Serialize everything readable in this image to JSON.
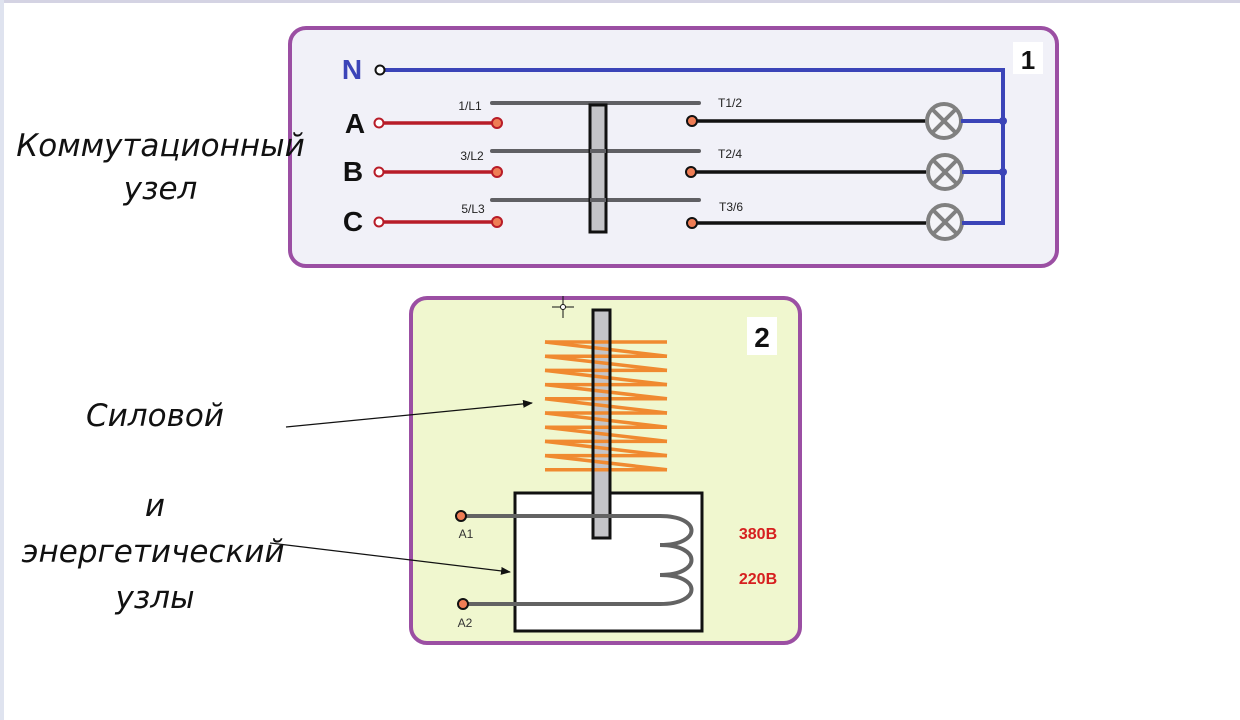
{
  "captions": {
    "switching_line1": "Коммутационный",
    "switching_line2": "узел",
    "power": "Силовой",
    "and": "и",
    "energy": "энергетический",
    "nodes": "узлы"
  },
  "panel1": {
    "number": "1",
    "neutral_label": "N",
    "phases": [
      {
        "label": "A",
        "input_terminal": "1/L1",
        "output_terminal": "T1/2"
      },
      {
        "label": "B",
        "input_terminal": "3/L2",
        "output_terminal": "T2/4"
      },
      {
        "label": "C",
        "input_terminal": "5/L3",
        "output_terminal": "T3/6"
      }
    ],
    "load_icon": "lamp-icon"
  },
  "panel2": {
    "number": "2",
    "coil_terminals": [
      "A1",
      "A2"
    ],
    "voltages": [
      "380В",
      "220В"
    ],
    "spring_icon": "spring-icon",
    "coil_icon": "coil-icon"
  },
  "colors": {
    "panel_border": "#9b4fa3",
    "panel1_bg": "#f1f1f8",
    "panel2_bg": "#f0f7cf",
    "neutral_wire": "#3b44b8",
    "phase_wire": "#b81c28",
    "contact_bar": "#606064",
    "spring": "#f08a30",
    "terminal_fill": "#ef7d55",
    "voltage_text": "#d61f1f"
  }
}
